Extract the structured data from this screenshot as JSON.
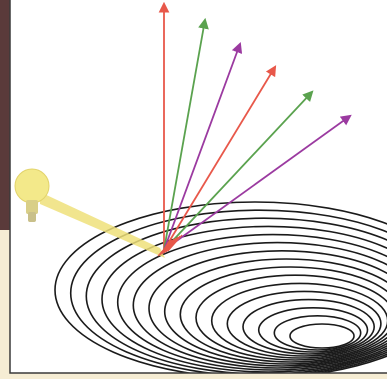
{
  "colors": {
    "background": "#ffffff",
    "beige_panel": "#f6edd4",
    "photo_panel": "#5a3a3a",
    "border": "#3a3a3a",
    "surface_line": "#1a1a1a",
    "light_bulb": "#f3e98a",
    "light_beam": "#efe07a",
    "red": "#e8584a",
    "green": "#5aa24e",
    "purple": "#9b3aa0"
  },
  "icons": {
    "light_source": "light-bulb-icon"
  },
  "reflection_rays": [
    {
      "name": "reflected-ray-red-vertical",
      "color": "red"
    },
    {
      "name": "reflected-ray-green-1",
      "color": "green"
    },
    {
      "name": "reflected-ray-purple-1",
      "color": "purple"
    },
    {
      "name": "reflected-ray-red-2",
      "color": "red"
    },
    {
      "name": "reflected-ray-green-2",
      "color": "green"
    },
    {
      "name": "reflected-ray-purple-2",
      "color": "purple"
    }
  ],
  "surface_ring_count": 16
}
